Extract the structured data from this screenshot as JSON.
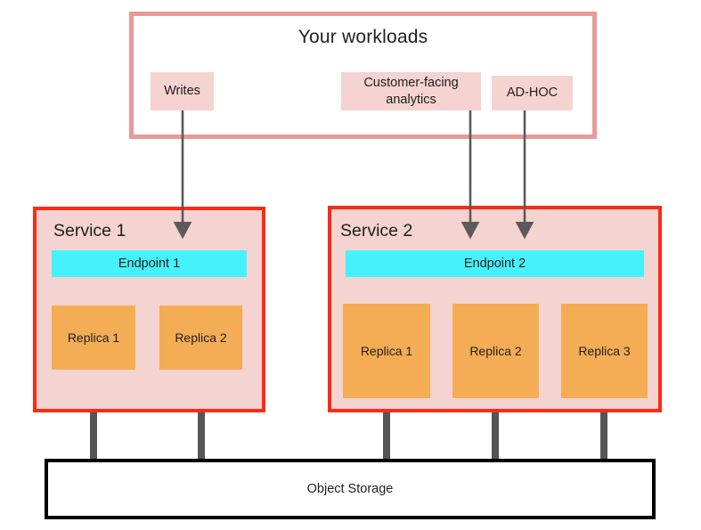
{
  "diagram": {
    "title": "Your workloads",
    "workloads": [
      {
        "id": "writes",
        "label": "Writes"
      },
      {
        "id": "cfa",
        "label": "Customer-facing analytics"
      },
      {
        "id": "adhoc",
        "label": "AD-HOC"
      }
    ],
    "services": [
      {
        "id": "service-1",
        "title": "Service 1",
        "endpoint": "Endpoint 1",
        "replicas": [
          "Replica 1",
          "Replica 2"
        ]
      },
      {
        "id": "service-2",
        "title": "Service 2",
        "endpoint": "Endpoint 2",
        "replicas": [
          "Replica 1",
          "Replica 2",
          "Replica 3"
        ]
      }
    ],
    "storage": {
      "label": "Object Storage"
    },
    "colors": {
      "workload_border": "#e8999a",
      "chip_fill": "#f4d3d0",
      "service_border": "#fa2b17",
      "service_fill": "#f4d3d0",
      "endpoint_fill": "#45f2fc",
      "replica_fill": "#f4ad54",
      "connector": "#555555",
      "storage_border": "#000000",
      "arrow": "#5a5a5a",
      "text": "#1f1f1f"
    },
    "connections": [
      {
        "from": "writes",
        "to": "endpoint-1"
      },
      {
        "from": "cfa",
        "to": "endpoint-2"
      },
      {
        "from": "adhoc",
        "to": "endpoint-2"
      },
      {
        "from": "service-1-replica-1",
        "to": "object-storage"
      },
      {
        "from": "service-1-replica-2",
        "to": "object-storage"
      },
      {
        "from": "service-2-replica-1",
        "to": "object-storage"
      },
      {
        "from": "service-2-replica-2",
        "to": "object-storage"
      },
      {
        "from": "service-2-replica-3",
        "to": "object-storage"
      }
    ]
  }
}
